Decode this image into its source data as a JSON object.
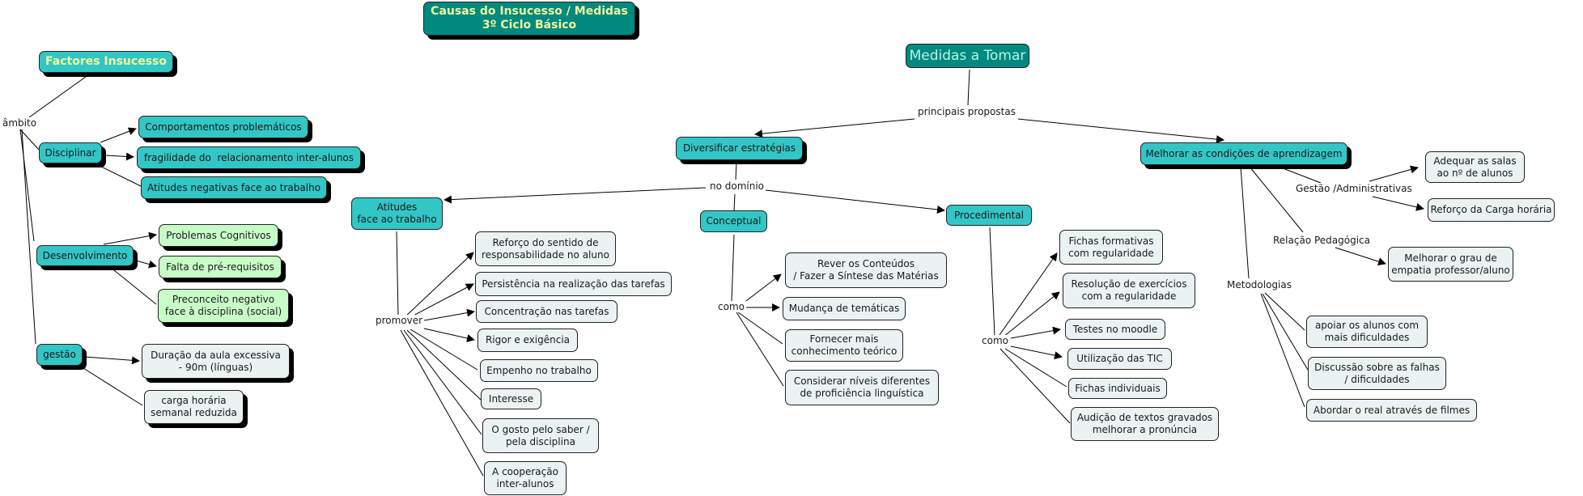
{
  "title": "Causas do Insucesso / Medidas\n3º Ciclo Básico",
  "left": {
    "root": "Factores Insucesso",
    "link": "âmbito",
    "disciplinar": {
      "label": "Disciplinar",
      "items": [
        "Comportamentos problemáticos",
        "fragilidade do  relacionamento inter-alunos",
        "Atitudes negativas face ao trabalho"
      ]
    },
    "desenvolvimento": {
      "label": "Desenvolvimento",
      "items": [
        "Problemas Cognitivos",
        "Falta de pré-requisitos",
        "Preconceito negativo\nface à disciplina (social)"
      ]
    },
    "gestao": {
      "label": "gestão",
      "items": [
        "Duração da aula excessiva\n- 90m (línguas)",
        "carga horária\nsemanal reduzida"
      ]
    }
  },
  "right": {
    "root": "Medidas a Tomar",
    "link": "principais propostas",
    "diversificar": {
      "label": "Diversificar estratégias",
      "link": "no domínio",
      "atitudes": {
        "label": "Atitudes\nface ao trabalho",
        "link": "promover",
        "items": [
          "Reforço do sentido de\nresponsabilidade no aluno",
          "Persistência na realização das tarefas",
          "Concentração nas tarefas",
          "Rigor e exigência",
          "Empenho no trabalho",
          "Interesse",
          "O gosto pelo saber /\npela disciplina",
          "A cooperação\ninter-alunos"
        ]
      },
      "conceptual": {
        "label": "Conceptual",
        "link": "como",
        "items": [
          "Rever os Conteúdos\n/ Fazer a Síntese das Matérias",
          "Mudança de temáticas",
          "Fornecer mais\nconhecimento teórico",
          "Considerar níveis diferentes\nde proficiência linguística"
        ]
      },
      "procedimental": {
        "label": "Procedimental",
        "link": "como",
        "items": [
          "Fichas formativas\ncom regularidade",
          "Resolução de exercícios\ncom a regularidade",
          "Testes no moodle",
          "Utilização das TIC",
          "Fichas individuais",
          "Audição de textos gravados\nmelhorar a pronúncia"
        ]
      }
    },
    "melhorar": {
      "label": "Melhorar as condições de aprendizagem",
      "gestao_link": "Gestão /Administrativas",
      "gestao_items": [
        "Adequar as salas\nao nº de alunos",
        "Reforço da Carga horária"
      ],
      "relacao_link": "Relação Pedagógica",
      "relacao_items": [
        "Melhorar o grau de\nempatia professor/aluno"
      ],
      "metodologias_link": "Metodologias",
      "metodologias_items": [
        "apoiar os alunos com\nmais dificuldades",
        "Discussão sobre as falhas\n/ dificuldades",
        "Abordar o real através de filmes"
      ]
    }
  }
}
